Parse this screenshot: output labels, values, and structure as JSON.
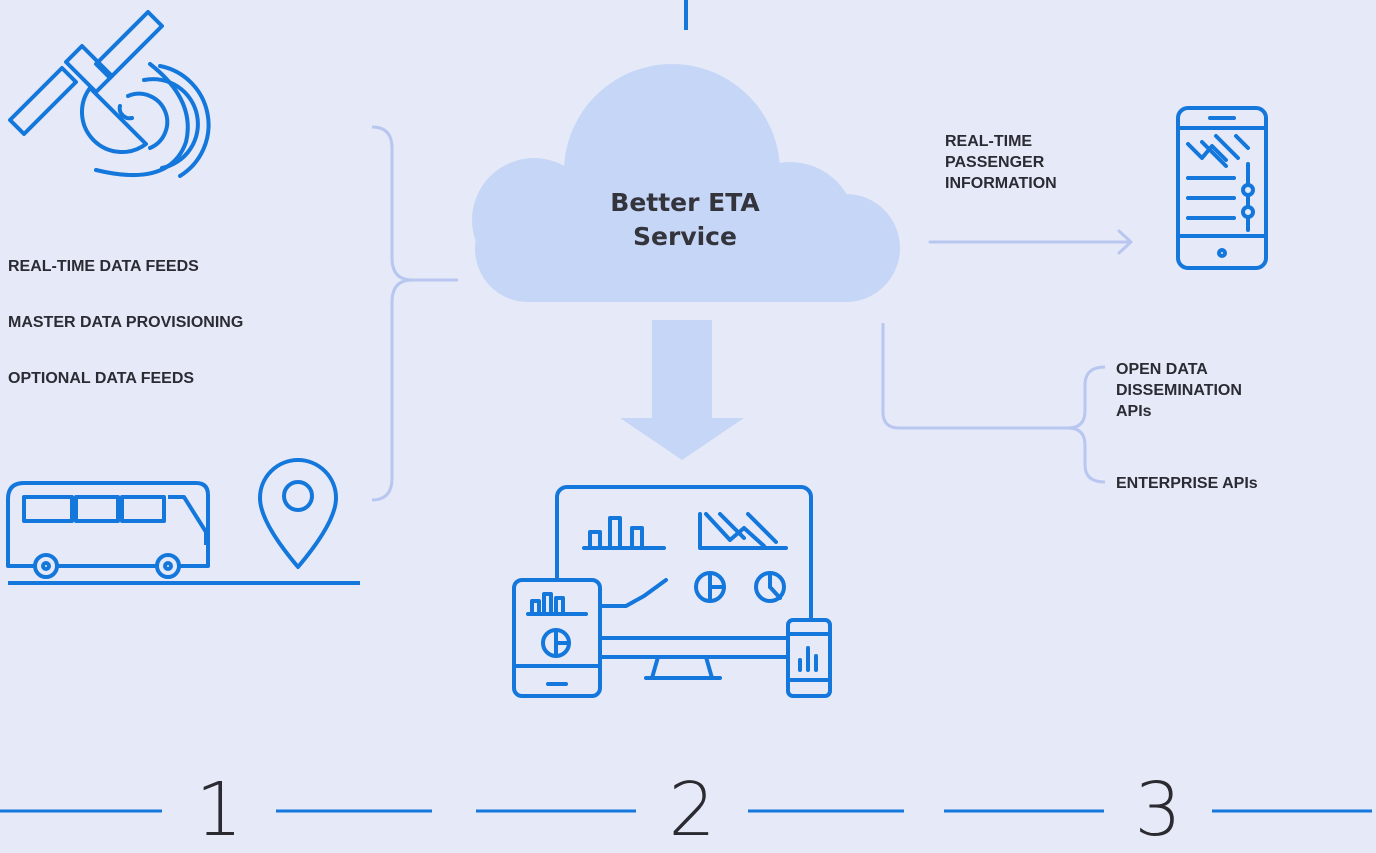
{
  "cloud": {
    "title_line1": "Better ETA",
    "title_line2": "Service"
  },
  "inputs": {
    "items": [
      "REAL-TIME DATA FEEDS",
      "MASTER DATA PROVISIONING",
      "OPTIONAL DATA FEEDS"
    ]
  },
  "passenger_info": {
    "lines": [
      "REAL-TIME",
      "PASSENGER",
      "INFORMATION"
    ]
  },
  "apis": {
    "open_data_lines": [
      "OPEN DATA",
      "DISSEMINATION",
      "APIs"
    ],
    "enterprise": "ENTERPRISE APIs"
  },
  "steps": [
    "1",
    "2",
    "3"
  ],
  "colors": {
    "icon_blue": "#1477dc",
    "bracket": "#b8c6f0",
    "cloud": "#c6d6f6",
    "background": "#e6eaf8"
  },
  "icons": [
    "satellite-icon",
    "bus-icon",
    "location-pin-icon",
    "smartphone-map-icon",
    "dashboard-devices-icon"
  ]
}
